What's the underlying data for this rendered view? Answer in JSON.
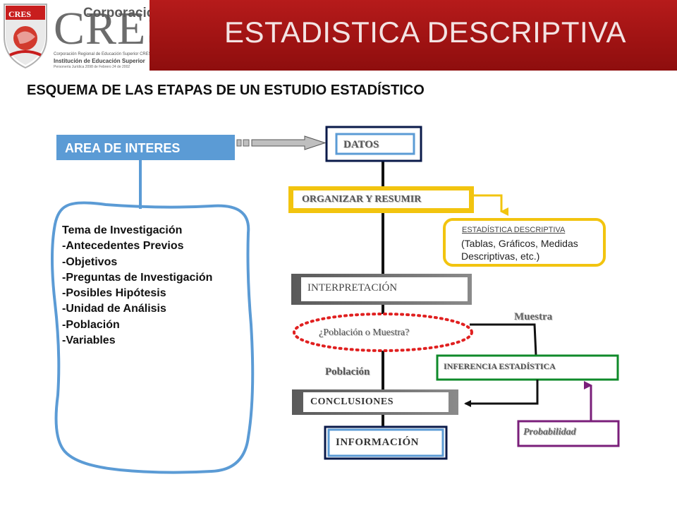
{
  "header": {
    "title": "ESTADISTICA DESCRIPTIVA",
    "logo": {
      "shield_text": "CRES",
      "corporacion": "Corporación",
      "brand": "CRES",
      "sub1": "Corporación Regional de Educación Superior CRES",
      "sub2": "Institución de Educación Superior",
      "sub3": "Personería Jurídica 2098 de Febrero 24 de 2002"
    }
  },
  "page_title": "ESQUEMA DE LAS ETAPAS DE UN ESTUDIO ESTADÍSTICO",
  "diagram": {
    "area_label": "AREA DE INTERES",
    "topics": [
      "Tema de Investigación",
      "-Antecedentes Previos",
      "-Objetivos",
      "-Preguntas de Investigación",
      "-Posibles Hipótesis",
      "-Unidad de Análisis",
      "-Población",
      "-Variables"
    ],
    "datos": "DATOS",
    "organizar": "ORGANIZAR Y RESUMIR",
    "descriptiva_title": "ESTADÍSTICA DESCRIPTIVA",
    "descriptiva_body_1": "(Tablas, Gráficos, Medidas",
    "descriptiva_body_2": "Descriptivas, etc.)",
    "interpretacion": "INTERPRETACIÓN",
    "poblacion_o_muestra": "¿Población o Muestra?",
    "muestra": "Muestra",
    "poblacion": "Población",
    "inferencia": "INFERENCIA ESTADÍSTICA",
    "conclusiones": "CONCLUSIONES",
    "informacion": "INFORMACIÓN",
    "probabilidad": "Probabilidad"
  },
  "colors": {
    "banner_red": "#a01313",
    "area_blue": "#5b9bd5",
    "connector_blue": "#5b9bd5",
    "yellow": "#f2c40f",
    "green": "#0f8a2a",
    "purple": "#7a1f7a",
    "dotted_red": "#e02020",
    "navy": "#0a1a4a"
  },
  "icons": [
    "cres-shield-logo",
    "block-arrow-right-icon",
    "arrow-down-icon",
    "arrow-left-icon",
    "arrow-up-icon"
  ]
}
